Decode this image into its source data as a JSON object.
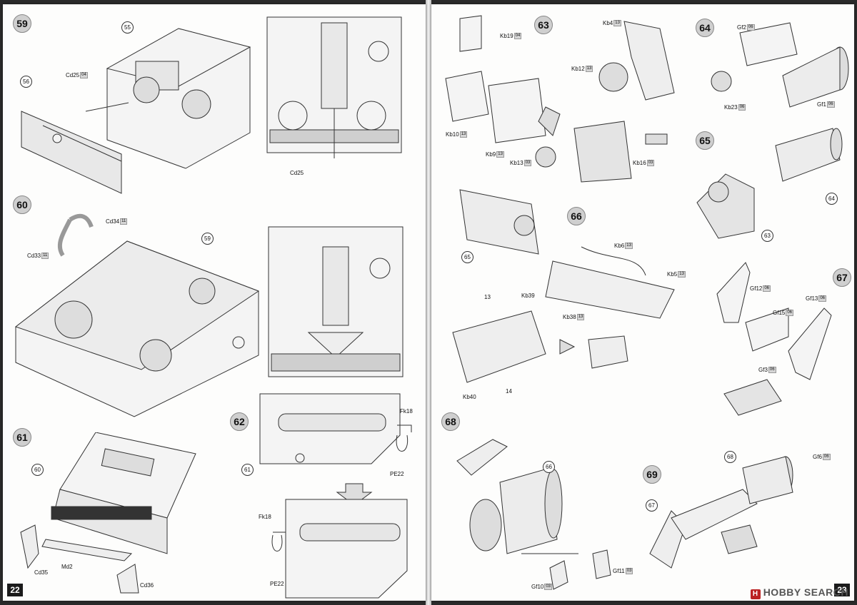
{
  "left_page": {
    "page_number": "22",
    "steps": {
      "s59": {
        "number": "59",
        "callouts": [
          "55",
          "56"
        ],
        "parts": [
          {
            "code": "Cd25",
            "tag": "04"
          },
          {
            "code": "Cd25",
            "tag": ""
          }
        ]
      },
      "s60": {
        "number": "60",
        "callouts": [
          "59"
        ],
        "parts": [
          {
            "code": "Cd34",
            "tag": "11"
          },
          {
            "code": "Cd33",
            "tag": "11"
          }
        ]
      },
      "s61": {
        "number": "61",
        "callouts": [
          "60"
        ],
        "parts": [
          {
            "code": "Cd35",
            "tag": ""
          },
          {
            "code": "Md2",
            "tag": ""
          },
          {
            "code": "Cd36",
            "tag": ""
          }
        ]
      },
      "s62": {
        "number": "62",
        "callouts": [
          "61"
        ],
        "parts": [
          {
            "code": "Fk18",
            "tag": ""
          },
          {
            "code": "PE22",
            "tag": ""
          },
          {
            "code": "Fk18",
            "tag": ""
          },
          {
            "code": "PE22",
            "tag": ""
          }
        ]
      }
    }
  },
  "right_page": {
    "page_number": "23",
    "steps": {
      "s63": {
        "number": "63",
        "parts": [
          {
            "code": "Kb19",
            "tag": "04"
          },
          {
            "code": "Kb10",
            "tag": "13"
          },
          {
            "code": "Kb9",
            "tag": "13"
          },
          {
            "code": "Kb13",
            "tag": "03"
          },
          {
            "code": "Kb4",
            "tag": "13"
          },
          {
            "code": "Kb12",
            "tag": "13"
          },
          {
            "code": "Kb16",
            "tag": "03"
          }
        ]
      },
      "s64": {
        "number": "64",
        "parts": [
          {
            "code": "Gf2",
            "tag": "06"
          },
          {
            "code": "Kb23",
            "tag": "06"
          },
          {
            "code": "Gf1",
            "tag": "06"
          }
        ]
      },
      "s65": {
        "number": "65",
        "callouts": [
          "64",
          "63"
        ]
      },
      "s66": {
        "number": "66",
        "callouts": [
          "65"
        ],
        "parts": [
          {
            "code": "Kb6",
            "tag": "13"
          },
          {
            "code": "Kb5",
            "tag": "13"
          },
          {
            "code": "Kb39",
            "tag": ""
          },
          {
            "code": "Kb38",
            "tag": "13"
          },
          {
            "code": "Kb40",
            "tag": ""
          },
          {
            "code": "13",
            "tag": ""
          },
          {
            "code": "14",
            "tag": ""
          }
        ]
      },
      "s67": {
        "number": "67",
        "parts": [
          {
            "code": "Gf12",
            "tag": "06"
          },
          {
            "code": "Gf15",
            "tag": "06"
          },
          {
            "code": "Gf13",
            "tag": "06"
          },
          {
            "code": "Gf3",
            "tag": "06"
          }
        ]
      },
      "s68": {
        "number": "68",
        "callouts": [
          "66"
        ],
        "parts": [
          {
            "code": "Gf10",
            "tag": "03"
          },
          {
            "code": "Gf11",
            "tag": "03"
          }
        ]
      },
      "s69": {
        "number": "69",
        "callouts": [
          "68",
          "67"
        ],
        "parts": [
          {
            "code": "Gf6",
            "tag": "06"
          }
        ]
      }
    }
  },
  "watermark": {
    "text": "HOBBY SEARCH"
  },
  "colors": {
    "page": "#fdfdfc",
    "line": "#333333",
    "badge": "#cfcfcf",
    "background": "#2a2a2a"
  }
}
